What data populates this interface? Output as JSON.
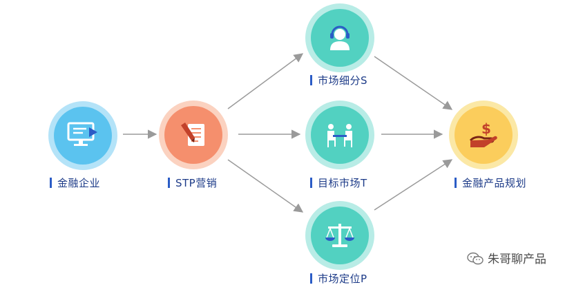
{
  "nodes": {
    "financial_enterprise": {
      "label": "金融企业",
      "icon": "computer-icon"
    },
    "stp_marketing": {
      "label": "STP营销",
      "icon": "document-pen-icon"
    },
    "segmentation": {
      "label": "市场细分S",
      "icon": "headset-person-icon"
    },
    "targeting": {
      "label": "目标市场T",
      "icon": "meeting-table-icon"
    },
    "positioning": {
      "label": "市场定位P",
      "icon": "balance-scale-icon"
    },
    "product_planning": {
      "label": "金融产品规划",
      "icon": "dollar-hand-icon"
    }
  },
  "watermark": {
    "text": "朱哥聊产品",
    "icon": "wechat-icon"
  },
  "colors": {
    "label_text": "#1d3b88",
    "label_bar": "#2b5cc6",
    "arrow": "#9a9a9a",
    "blue": "#5bc3ef",
    "orange": "#f58f6d",
    "teal": "#52d1c1",
    "gold": "#fbcd5c"
  }
}
